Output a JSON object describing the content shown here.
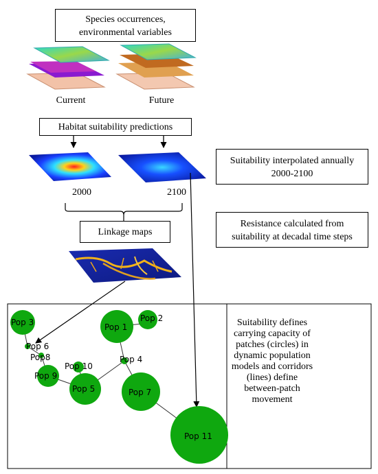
{
  "boxes": {
    "species": "Species occurrences, environmental variables",
    "habitat": "Habitat suitability predictions",
    "interpolated": "Suitability interpolated annually 2000-2100",
    "linkage": "Linkage maps",
    "resistance": "Resistance calculated from suitability at decadal time steps",
    "carrying": "Suitability defines carrying capacity of patches (circles) in dynamic population models and corridors (lines) define between-patch movement"
  },
  "labels": {
    "current": "Current",
    "future": "Future",
    "year_start": "2000",
    "year_end": "2100"
  },
  "network": {
    "patch_color": "#0fa80f",
    "nodes": [
      "Pop 3",
      "Pop 6",
      "Pop8",
      "Pop 9",
      "Pop 10",
      "Pop 5",
      "Pop 1",
      "Pop 2",
      "Pop 4",
      "Pop 7",
      "Pop 11"
    ]
  }
}
